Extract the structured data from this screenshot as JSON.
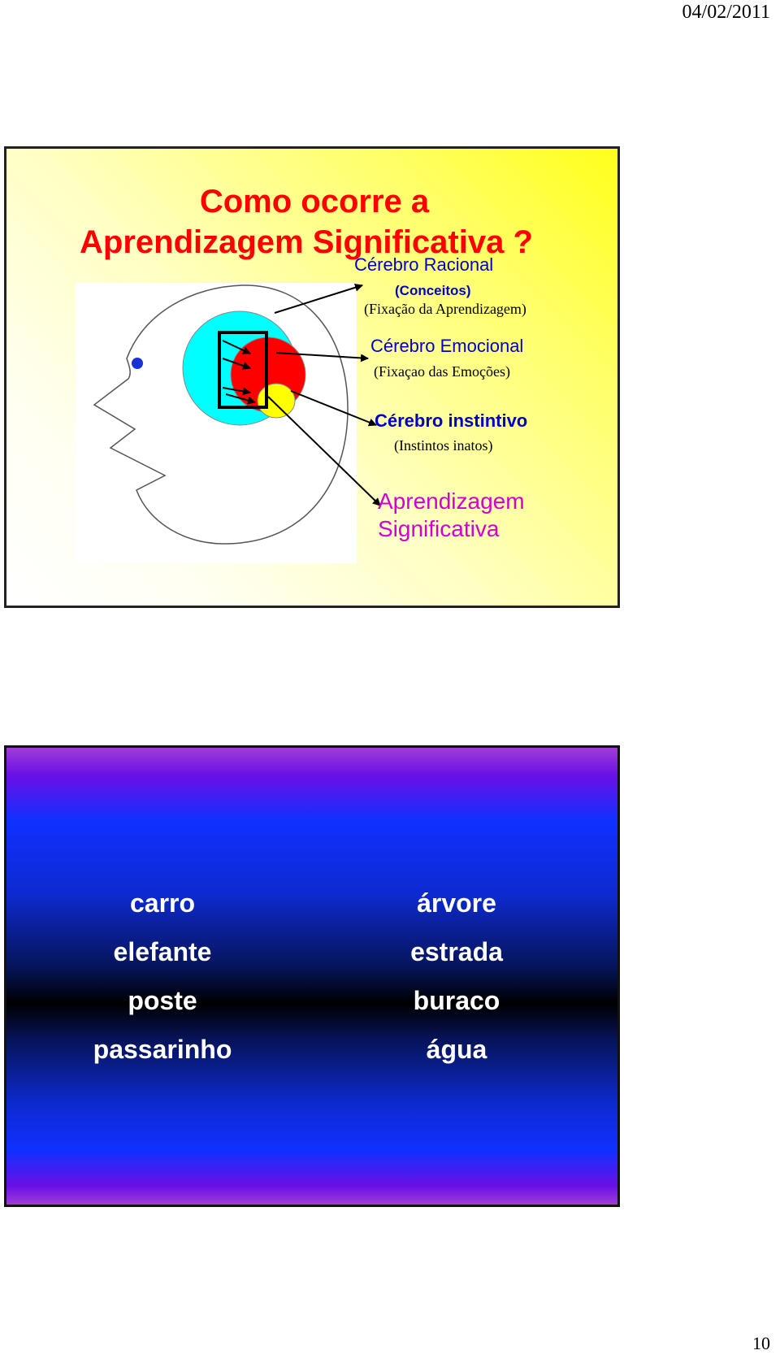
{
  "header": {
    "date": "04/02/2011"
  },
  "footer": {
    "page_number": "10"
  },
  "slide1": {
    "title_line1": "Como ocorre a",
    "title_line2": "Aprendizagem Significativa ?",
    "labels": {
      "racional": "Cérebro Racional",
      "conceitos": "(Conceitos)",
      "fixacao_aprendizagem": "(Fixação da Aprendizagem)",
      "emocional": "Cérebro Emocional",
      "fixacao_emocoes": "(Fixaçao das Emoções)",
      "instintivo": "Cérebro instintivo",
      "instintos": "(Instintos inatos)",
      "aprendizagem": "Aprendizagem",
      "significativa": "Significativa"
    },
    "colors": {
      "title": "#ff0000",
      "labels": "#0000c8",
      "highlight": "#d000d0",
      "outer_brain": "#00ffff",
      "emotional_brain": "#ff0000",
      "instinctive_brain": "#ffff00"
    }
  },
  "slide2": {
    "left_words": [
      "carro",
      "elefante",
      "poste",
      "passarinho"
    ],
    "right_words": [
      "árvore",
      "estrada",
      "buraco",
      "água"
    ]
  }
}
